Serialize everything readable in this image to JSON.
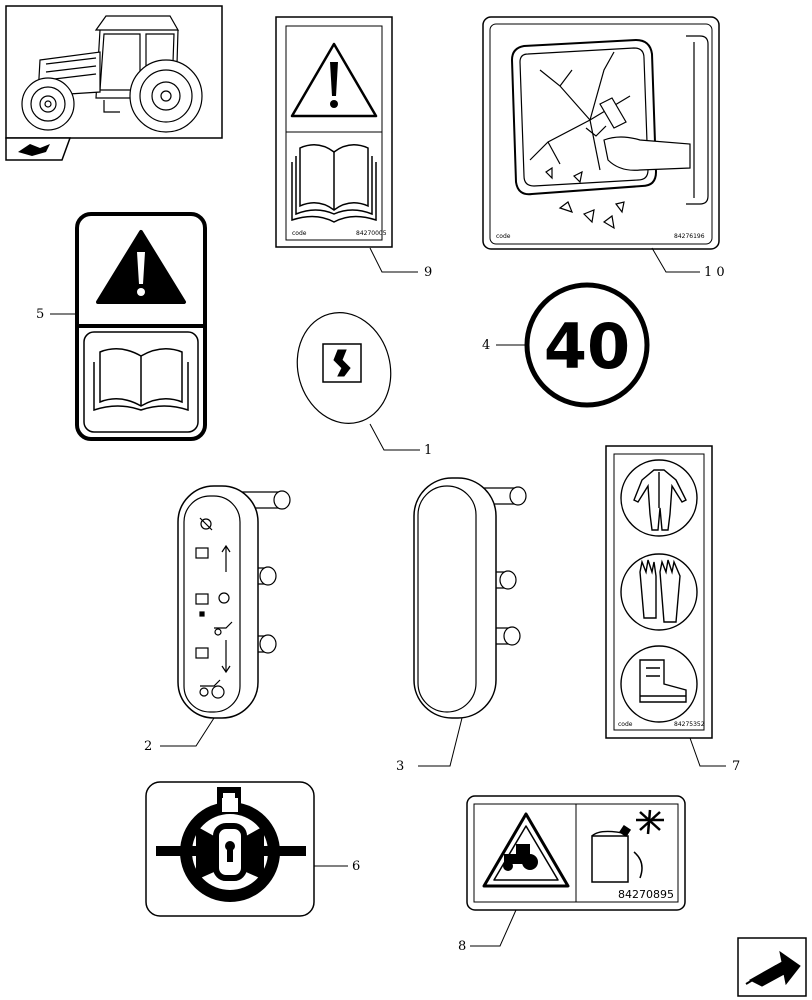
{
  "callouts": [
    {
      "id": "1",
      "text": "1"
    },
    {
      "id": "2",
      "text": "2"
    },
    {
      "id": "3",
      "text": "3"
    },
    {
      "id": "4",
      "text": "4"
    },
    {
      "id": "5",
      "text": "5"
    },
    {
      "id": "6",
      "text": "6"
    },
    {
      "id": "7",
      "text": "7"
    },
    {
      "id": "8",
      "text": "8"
    },
    {
      "id": "9",
      "text": "9"
    },
    {
      "id": "10",
      "text": "1 0"
    }
  ],
  "decals": {
    "speed_limit": "40",
    "decal_9": {
      "brand": "code",
      "part_number": "84270005"
    },
    "decal_10": {
      "brand": "code",
      "part_number": "84276196"
    },
    "decal_7": {
      "brand": "code",
      "part_number": "84275352"
    },
    "decal_8": {
      "part_number": "84270895"
    }
  },
  "icons": [
    "tractor-thumbnail-icon",
    "page-nav-icon",
    "warning-triangle-icon",
    "manual-book-icon",
    "broken-window-icon",
    "coverall-icon",
    "gloves-icon",
    "boot-icon",
    "lock-icon",
    "next-page-arrow-icon"
  ]
}
